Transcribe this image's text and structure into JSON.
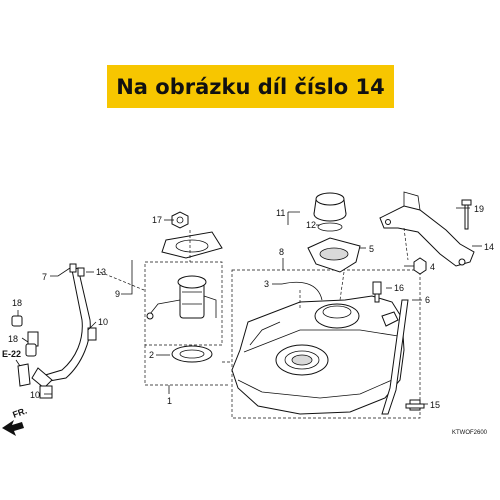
{
  "banner": {
    "text": "Na obrázku díl číslo 14",
    "color": "#f7c600"
  },
  "labels": {
    "l1": "1",
    "l2": "2",
    "l3": "3",
    "l4": "4",
    "l5": "5",
    "l6": "6",
    "l7": "7",
    "l8": "8",
    "l9": "9",
    "l10a": "10",
    "l10b": "10",
    "l11": "11",
    "l12": "12",
    "l13": "13",
    "l14": "14",
    "l15": "15",
    "l16": "16",
    "l17": "17",
    "l18a": "18",
    "l18b": "18",
    "l19": "19"
  },
  "reference": "E-22",
  "direction": "FR.",
  "diagram_code": "KTWOF2600"
}
